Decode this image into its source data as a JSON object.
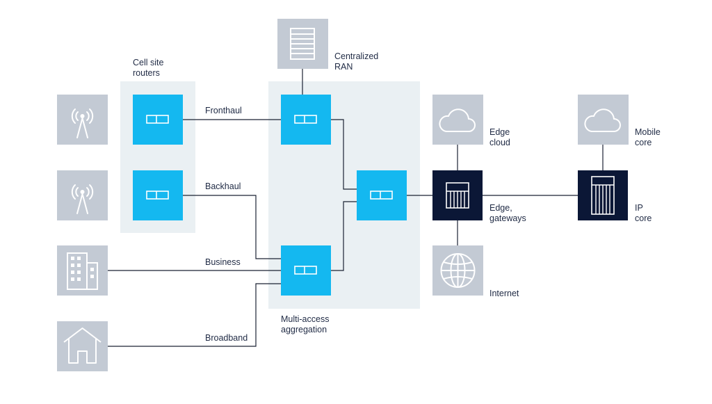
{
  "groups": {
    "cell_site_routers": "Cell site\nrouters",
    "multi_access_aggregation": "Multi-access\naggregation"
  },
  "links": {
    "fronthaul": "Fronthaul",
    "backhaul": "Backhaul",
    "business": "Business",
    "broadband": "Broadband"
  },
  "nodes": {
    "centralized_ran": "Centralized\nRAN",
    "edge_cloud": "Edge\ncloud",
    "mobile_core": "Mobile\ncore",
    "edge_gateways": "Edge,\ngateways",
    "ip_core": "IP\ncore",
    "internet": "Internet"
  },
  "colors": {
    "router": "#14b8f0",
    "gray_box": "#c3cad4",
    "group_bg": "#eaf0f3",
    "dark": "#0b1736",
    "line": "#1a2233"
  }
}
